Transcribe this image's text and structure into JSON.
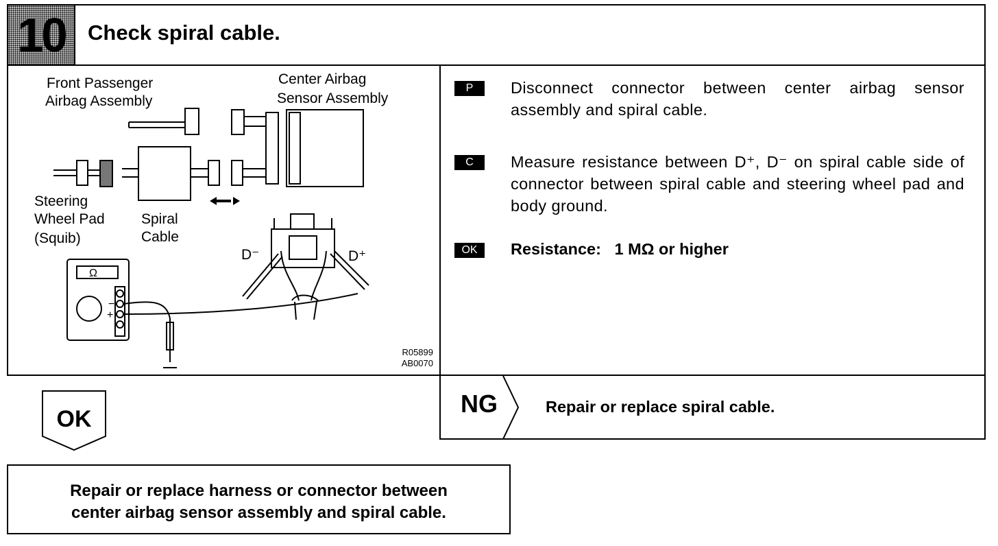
{
  "header": {
    "step_number": "10",
    "title": "Check spiral cable."
  },
  "diagram": {
    "labels": {
      "front_passenger_1": "Front Passenger",
      "front_passenger_2": "Airbag Assembly",
      "center_airbag_1": "Center Airbag",
      "center_airbag_2": "Sensor Assembly",
      "steering_1": "Steering",
      "steering_2": "Wheel Pad",
      "steering_3": "(Squib)",
      "spiral_1": "Spiral",
      "spiral_2": "Cable",
      "d_minus": "D⁻",
      "d_plus": "D⁺",
      "ohm": "Ω",
      "minus": "−",
      "plus": "+",
      "code_1": "R05899",
      "code_2": "AB0070"
    }
  },
  "steps": [
    {
      "badge": "P",
      "text": "Disconnect connector between center airbag sensor assembly and spiral cable."
    },
    {
      "badge": "C",
      "text": "Measure resistance between D⁺, D⁻ on spiral cable side of connector between spiral cable and steering wheel pad and body ground."
    },
    {
      "badge": "OK",
      "text": "Resistance:   1 MΩ or higher"
    }
  ],
  "ng": {
    "label": "NG",
    "action": "Repair or replace spiral cable."
  },
  "ok": {
    "label": "OK"
  },
  "final_action": {
    "line1": "Repair or replace harness or connector between",
    "line2": "center airbag sensor assembly and spiral cable."
  }
}
